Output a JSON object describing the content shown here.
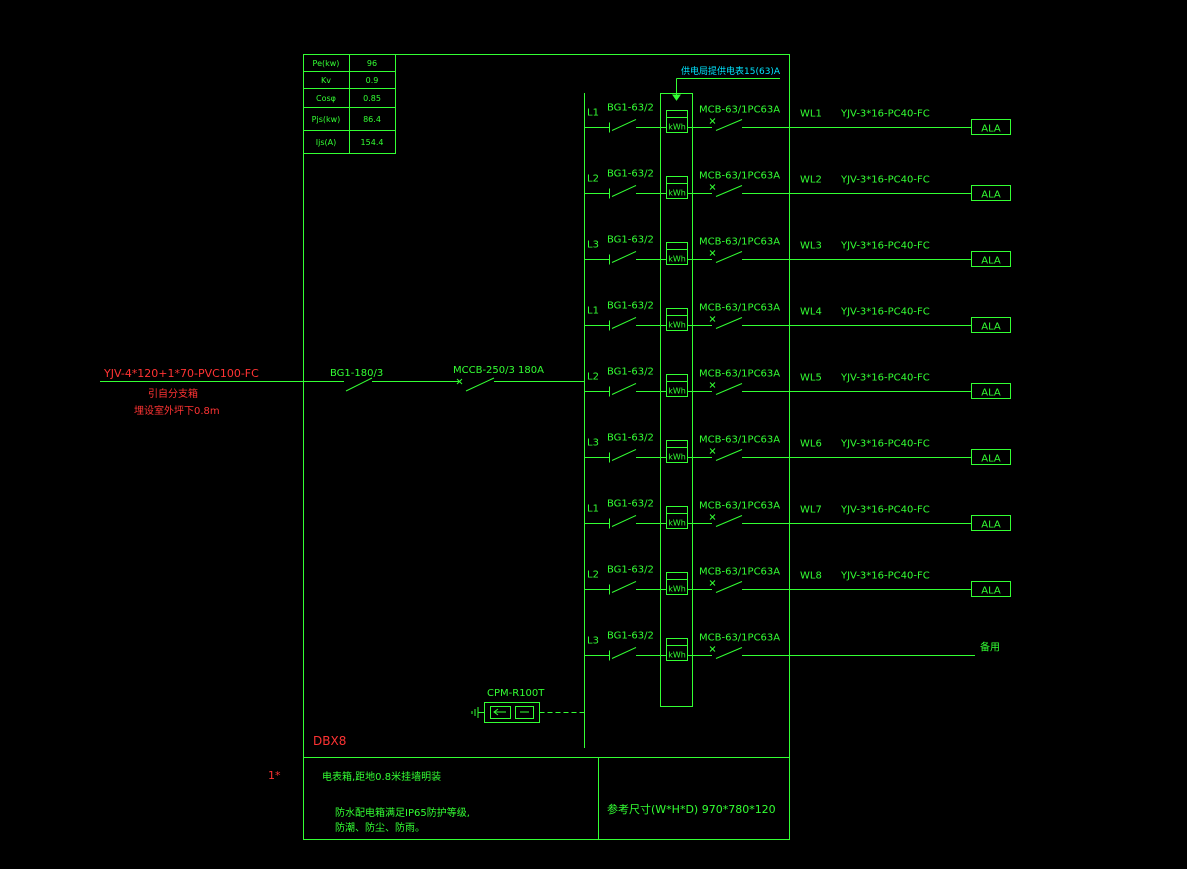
{
  "colors": {
    "line": "#33ff33",
    "cyan": "#00e5ff",
    "red": "#ff3333",
    "white": "#ffffff"
  },
  "params": [
    {
      "name": "Pe(kw)",
      "value": "96"
    },
    {
      "name": "Kv",
      "value": "0.9"
    },
    {
      "name": "Cosφ",
      "value": "0.85"
    },
    {
      "name": "Pjs(kw)",
      "value": "86.4"
    },
    {
      "name": "Ijs(A)",
      "value": "154.4"
    }
  ],
  "incoming": {
    "cable": "YJV-4*120+1*70-PVC100-FC",
    "note1": "引自分支箱",
    "note2": "埋设室外坪下0.8m",
    "isolator": "BG1-180/3",
    "breaker": "MCCB-250/3 180A"
  },
  "meter_note": "供电局提供电表15(63)A",
  "meter_label": "kWh",
  "circuits": [
    {
      "phase": "L1",
      "switch": "BG1-63/2",
      "breaker": "MCB-63/1PC63A",
      "id": "WL1",
      "cable": "YJV-3*16-PC40-FC",
      "load": "ALA"
    },
    {
      "phase": "L2",
      "switch": "BG1-63/2",
      "breaker": "MCB-63/1PC63A",
      "id": "WL2",
      "cable": "YJV-3*16-PC40-FC",
      "load": "ALA"
    },
    {
      "phase": "L3",
      "switch": "BG1-63/2",
      "breaker": "MCB-63/1PC63A",
      "id": "WL3",
      "cable": "YJV-3*16-PC40-FC",
      "load": "ALA"
    },
    {
      "phase": "L1",
      "switch": "BG1-63/2",
      "breaker": "MCB-63/1PC63A",
      "id": "WL4",
      "cable": "YJV-3*16-PC40-FC",
      "load": "ALA"
    },
    {
      "phase": "L2",
      "switch": "BG1-63/2",
      "breaker": "MCB-63/1PC63A",
      "id": "WL5",
      "cable": "YJV-3*16-PC40-FC",
      "load": "ALA"
    },
    {
      "phase": "L3",
      "switch": "BG1-63/2",
      "breaker": "MCB-63/1PC63A",
      "id": "WL6",
      "cable": "YJV-3*16-PC40-FC",
      "load": "ALA"
    },
    {
      "phase": "L1",
      "switch": "BG1-63/2",
      "breaker": "MCB-63/1PC63A",
      "id": "WL7",
      "cable": "YJV-3*16-PC40-FC",
      "load": "ALA"
    },
    {
      "phase": "L2",
      "switch": "BG1-63/2",
      "breaker": "MCB-63/1PC63A",
      "id": "WL8",
      "cable": "YJV-3*16-PC40-FC",
      "load": "ALA"
    },
    {
      "phase": "L3",
      "switch": "BG1-63/2",
      "breaker": "MCB-63/1PC63A",
      "id": "",
      "cable": "",
      "load": "",
      "spare": "备用"
    }
  ],
  "spd": "CPM-R100T",
  "box_name": "DBX8",
  "qty": "1*",
  "notes": {
    "mount": "电表箱,距地0.8米挂墙明装",
    "ip1": "防水配电箱满足IP65防护等级,",
    "ip2": "防潮、防尘、防雨。",
    "size": "参考尺寸(W*H*D) 970*780*120"
  }
}
